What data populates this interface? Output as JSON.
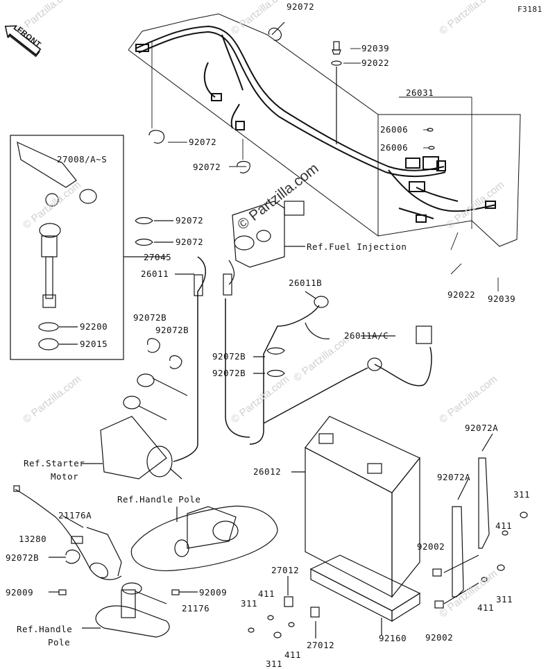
{
  "figure_id": "F3181",
  "front_arrow": "FRONT",
  "watermark_text": "© Partzilla.com",
  "labels": {
    "p92072_top": "92072",
    "p92039_top": "92039",
    "p92022_top": "92022",
    "p26031": "26031",
    "p26006_a": "26006",
    "p26006_b": "26006",
    "p92072_mid1": "92072",
    "p92072_mid2": "92072",
    "p27008": "27008/A~S",
    "p92072_box1": "92072",
    "p92072_box2": "92072",
    "ref_fuel": "Ref.Fuel Injection",
    "p27045": "27045",
    "p26011": "26011",
    "p92022_right": "92022",
    "p92039_right": "92039",
    "p26011b": "26011B",
    "p92200": "92200",
    "p92015": "92015",
    "p92072b_1": "92072B",
    "p92072b_2": "92072B",
    "p26011ac": "26011A/C",
    "p92072b_3": "92072B",
    "p92072b_4": "92072B",
    "ref_starter_1": "Ref.Starter",
    "ref_starter_2": "Motor",
    "p92072a_1": "92072A",
    "p26012": "26012",
    "p92072a_2": "92072A",
    "ref_handle_top": "Ref.Handle Pole",
    "p21176a": "21176A",
    "p311_a": "311",
    "p411_a": "411",
    "p13280": "13280",
    "p92072b_5": "92072B",
    "p92002_a": "92002",
    "p27012_a": "27012",
    "p92009_a": "92009",
    "p92009_b": "92009",
    "p311_b": "311",
    "p411_b": "411",
    "p311_c": "311",
    "p21176": "21176",
    "p411_c": "411",
    "ref_handle_b1": "Ref.Handle",
    "ref_handle_b2": "Pole",
    "p411_d": "411",
    "p27012_b": "27012",
    "p92160": "92160",
    "p92002_b": "92002",
    "p311_d": "311"
  }
}
